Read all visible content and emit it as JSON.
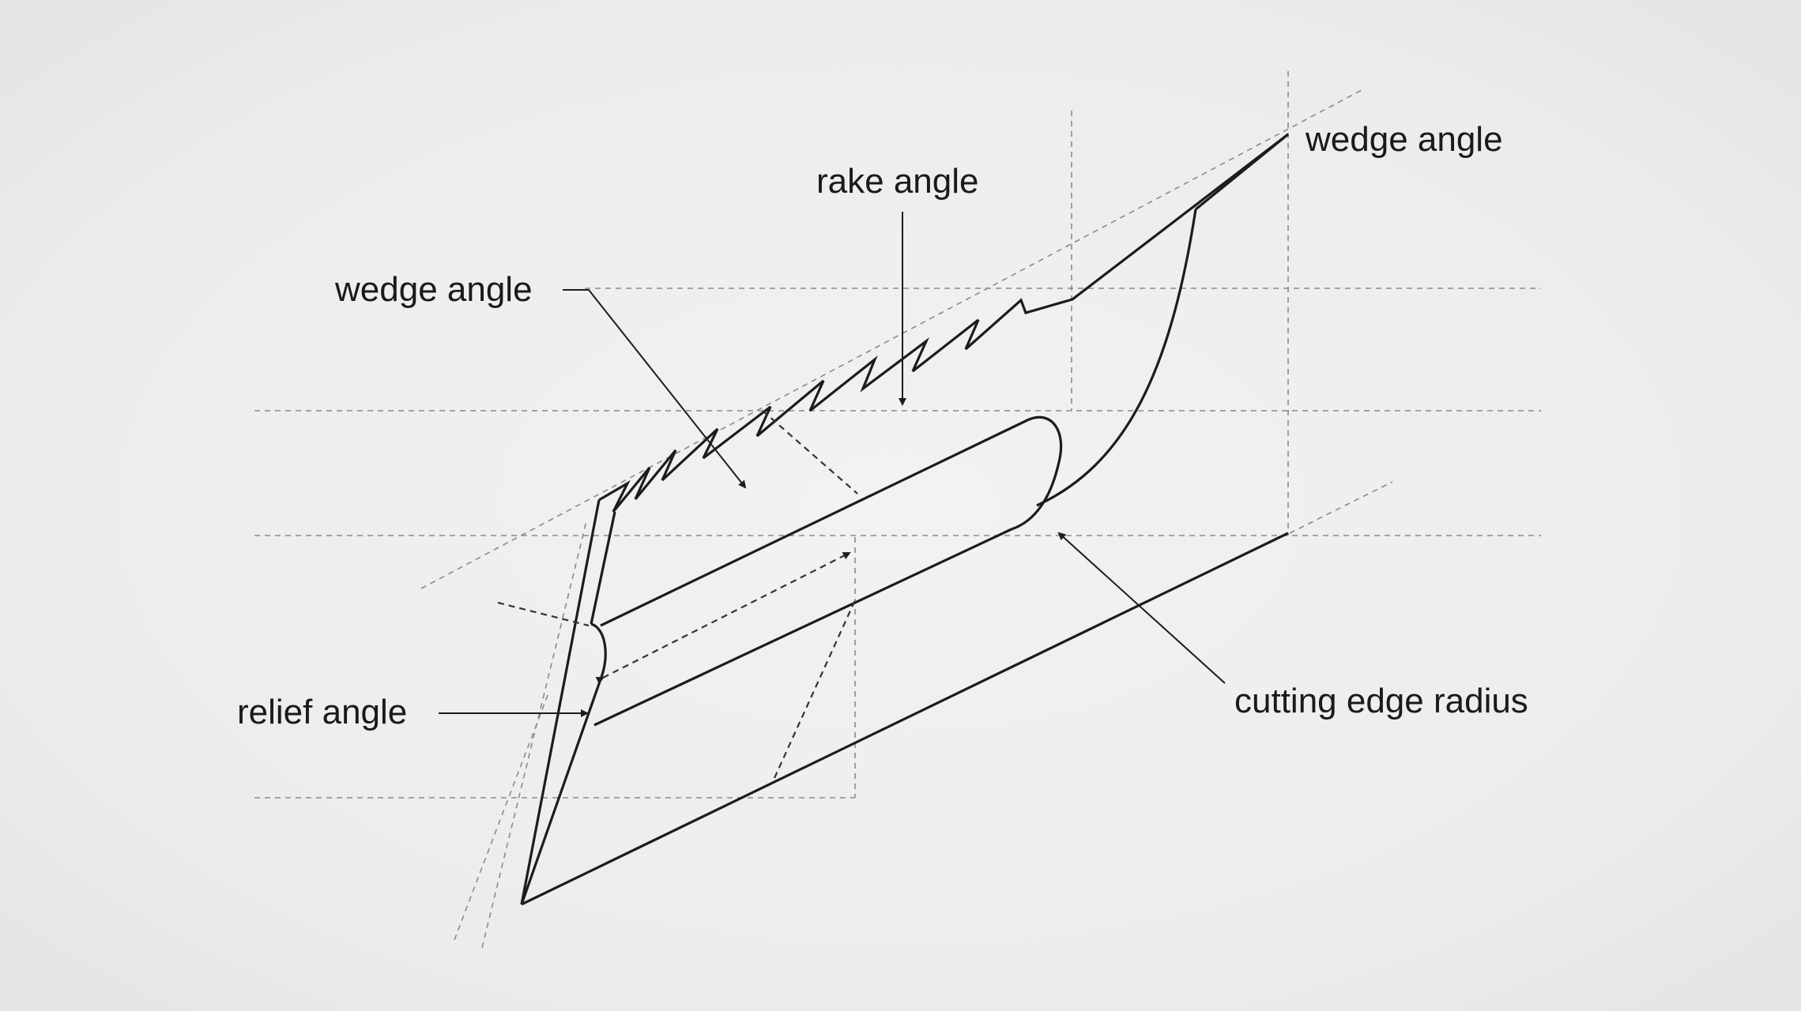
{
  "labels": {
    "wedge_angle_top": "wedge angle",
    "rake_angle": "rake angle",
    "wedge_angle_left": "wedge angle",
    "relief_angle": "relief angle",
    "cutting_edge_radius": "cutting edge radius"
  }
}
